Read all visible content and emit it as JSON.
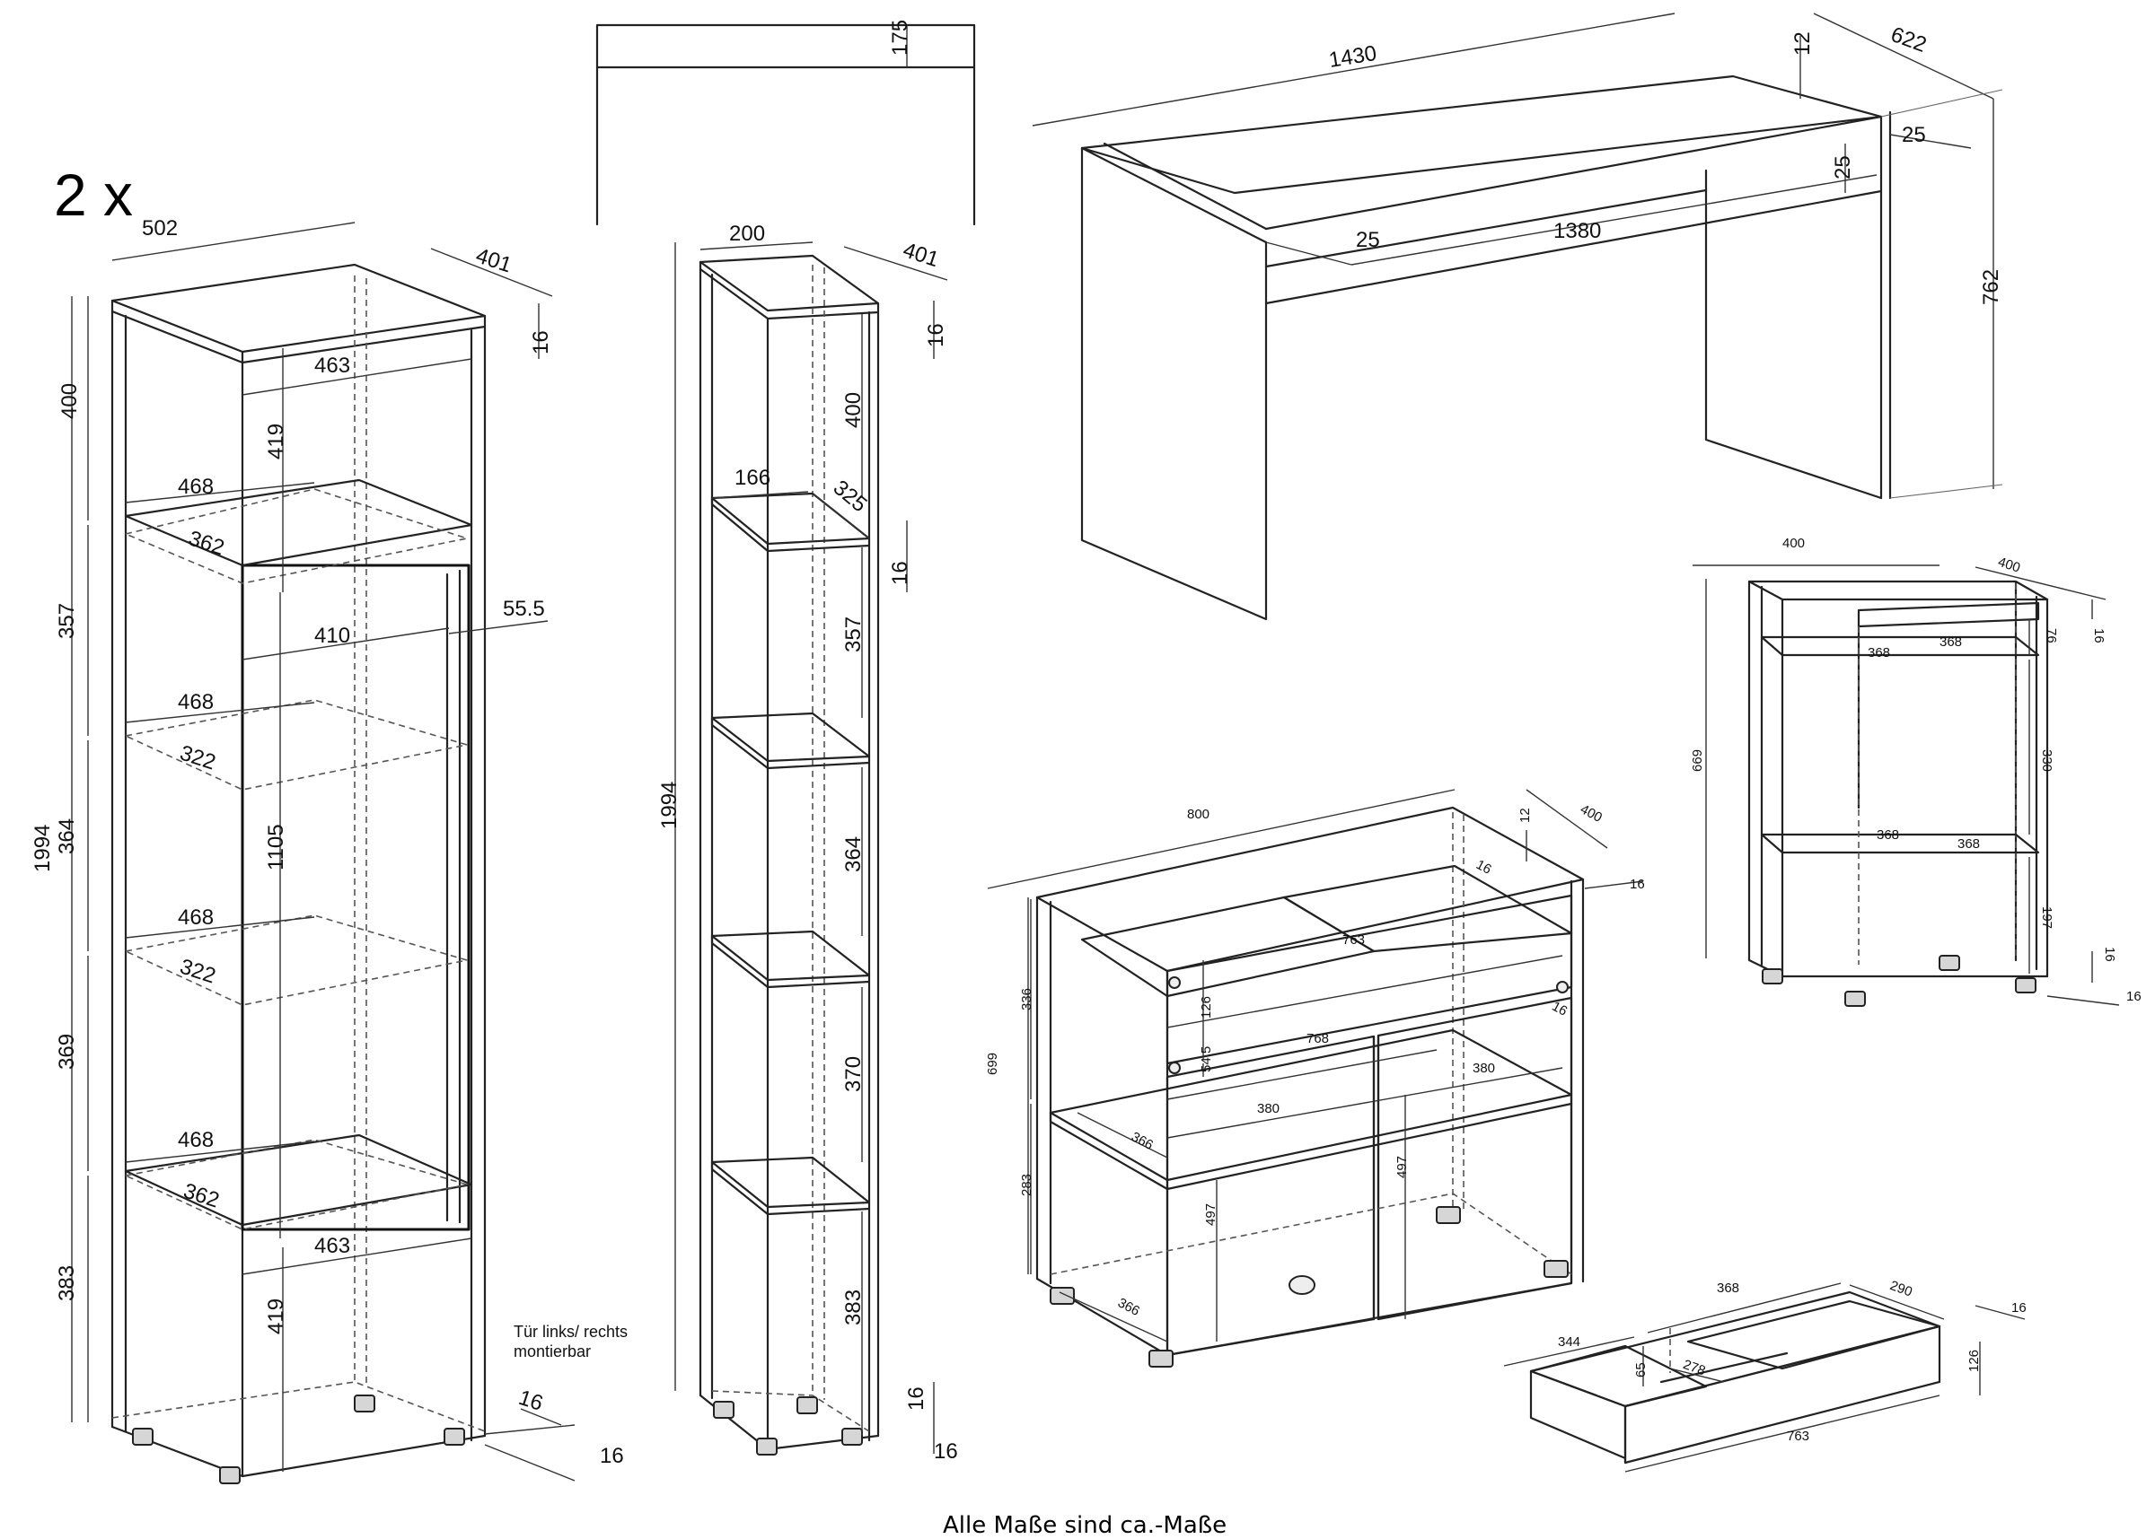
{
  "header": {
    "quantity": "2 x"
  },
  "note": {
    "line1": "Tür links/ rechts",
    "line2": "montierbar"
  },
  "footer": {
    "text": "Alle Maße sind ca.-Maße"
  },
  "glass_cabinet": {
    "width": "502",
    "depth": "401",
    "height": "1994",
    "top_thickness": "16",
    "inner_width_top": "463",
    "inner_width_bottom": "463",
    "door_offset": "55.5",
    "door_inner": "410",
    "shelf_widths": [
      "468",
      "468",
      "468",
      "468"
    ],
    "shelf_depths": [
      "362",
      "322",
      "322",
      "362"
    ],
    "compartments": [
      "400",
      "357",
      "364",
      "369",
      "383"
    ],
    "upper_height": "419",
    "lower_height": "419",
    "door_height": "1105",
    "foot_a": "16",
    "foot_b": "16"
  },
  "narrow_shelf": {
    "width": "200",
    "depth": "401",
    "height": "1994",
    "top_thickness": "16",
    "shelf_width": "166",
    "shelf_depth": "325",
    "shelf_thickness": "16",
    "compartments": [
      "400",
      "357",
      "364",
      "370",
      "383"
    ],
    "foot_a": "16",
    "foot_b": "16"
  },
  "frame_detail": {
    "height": "175"
  },
  "desk": {
    "width": "1430",
    "depth": "622",
    "top_thickness": "12",
    "height": "762",
    "side_offset": "25",
    "apron_height": "25",
    "apron_offset": "25",
    "inner_width": "1380"
  },
  "side_cabinet": {
    "width": "400",
    "depth": "400",
    "height": "669",
    "top_thickness": "16",
    "drawer_height": "76",
    "shelf_widths": [
      "368",
      "368",
      "368",
      "368"
    ],
    "compartment_mid": "330",
    "compartment_low": "197",
    "foot_a": "16",
    "foot_b": "16"
  },
  "sideboard": {
    "width": "800",
    "depth": "400",
    "top_thickness": "12",
    "side_thickness": "16",
    "top_panel": "16",
    "drawer_width": "763",
    "drawer_height": "126",
    "gap": "54.5",
    "shelf_width": "768",
    "upper_height": "336",
    "lower_height": "283",
    "total_height": "699",
    "shelf_half_a": "380",
    "shelf_half_b": "380",
    "shelf_depth": "366",
    "bottom_depth": "366",
    "door_height_a": "497",
    "door_height_b": "497"
  },
  "drawer_detail": {
    "width": "763",
    "depth_a": "368",
    "depth_b": "290",
    "thickness": "16",
    "height": "126",
    "inner_width": "344",
    "inner_depth": "278",
    "inner_height": "65"
  }
}
